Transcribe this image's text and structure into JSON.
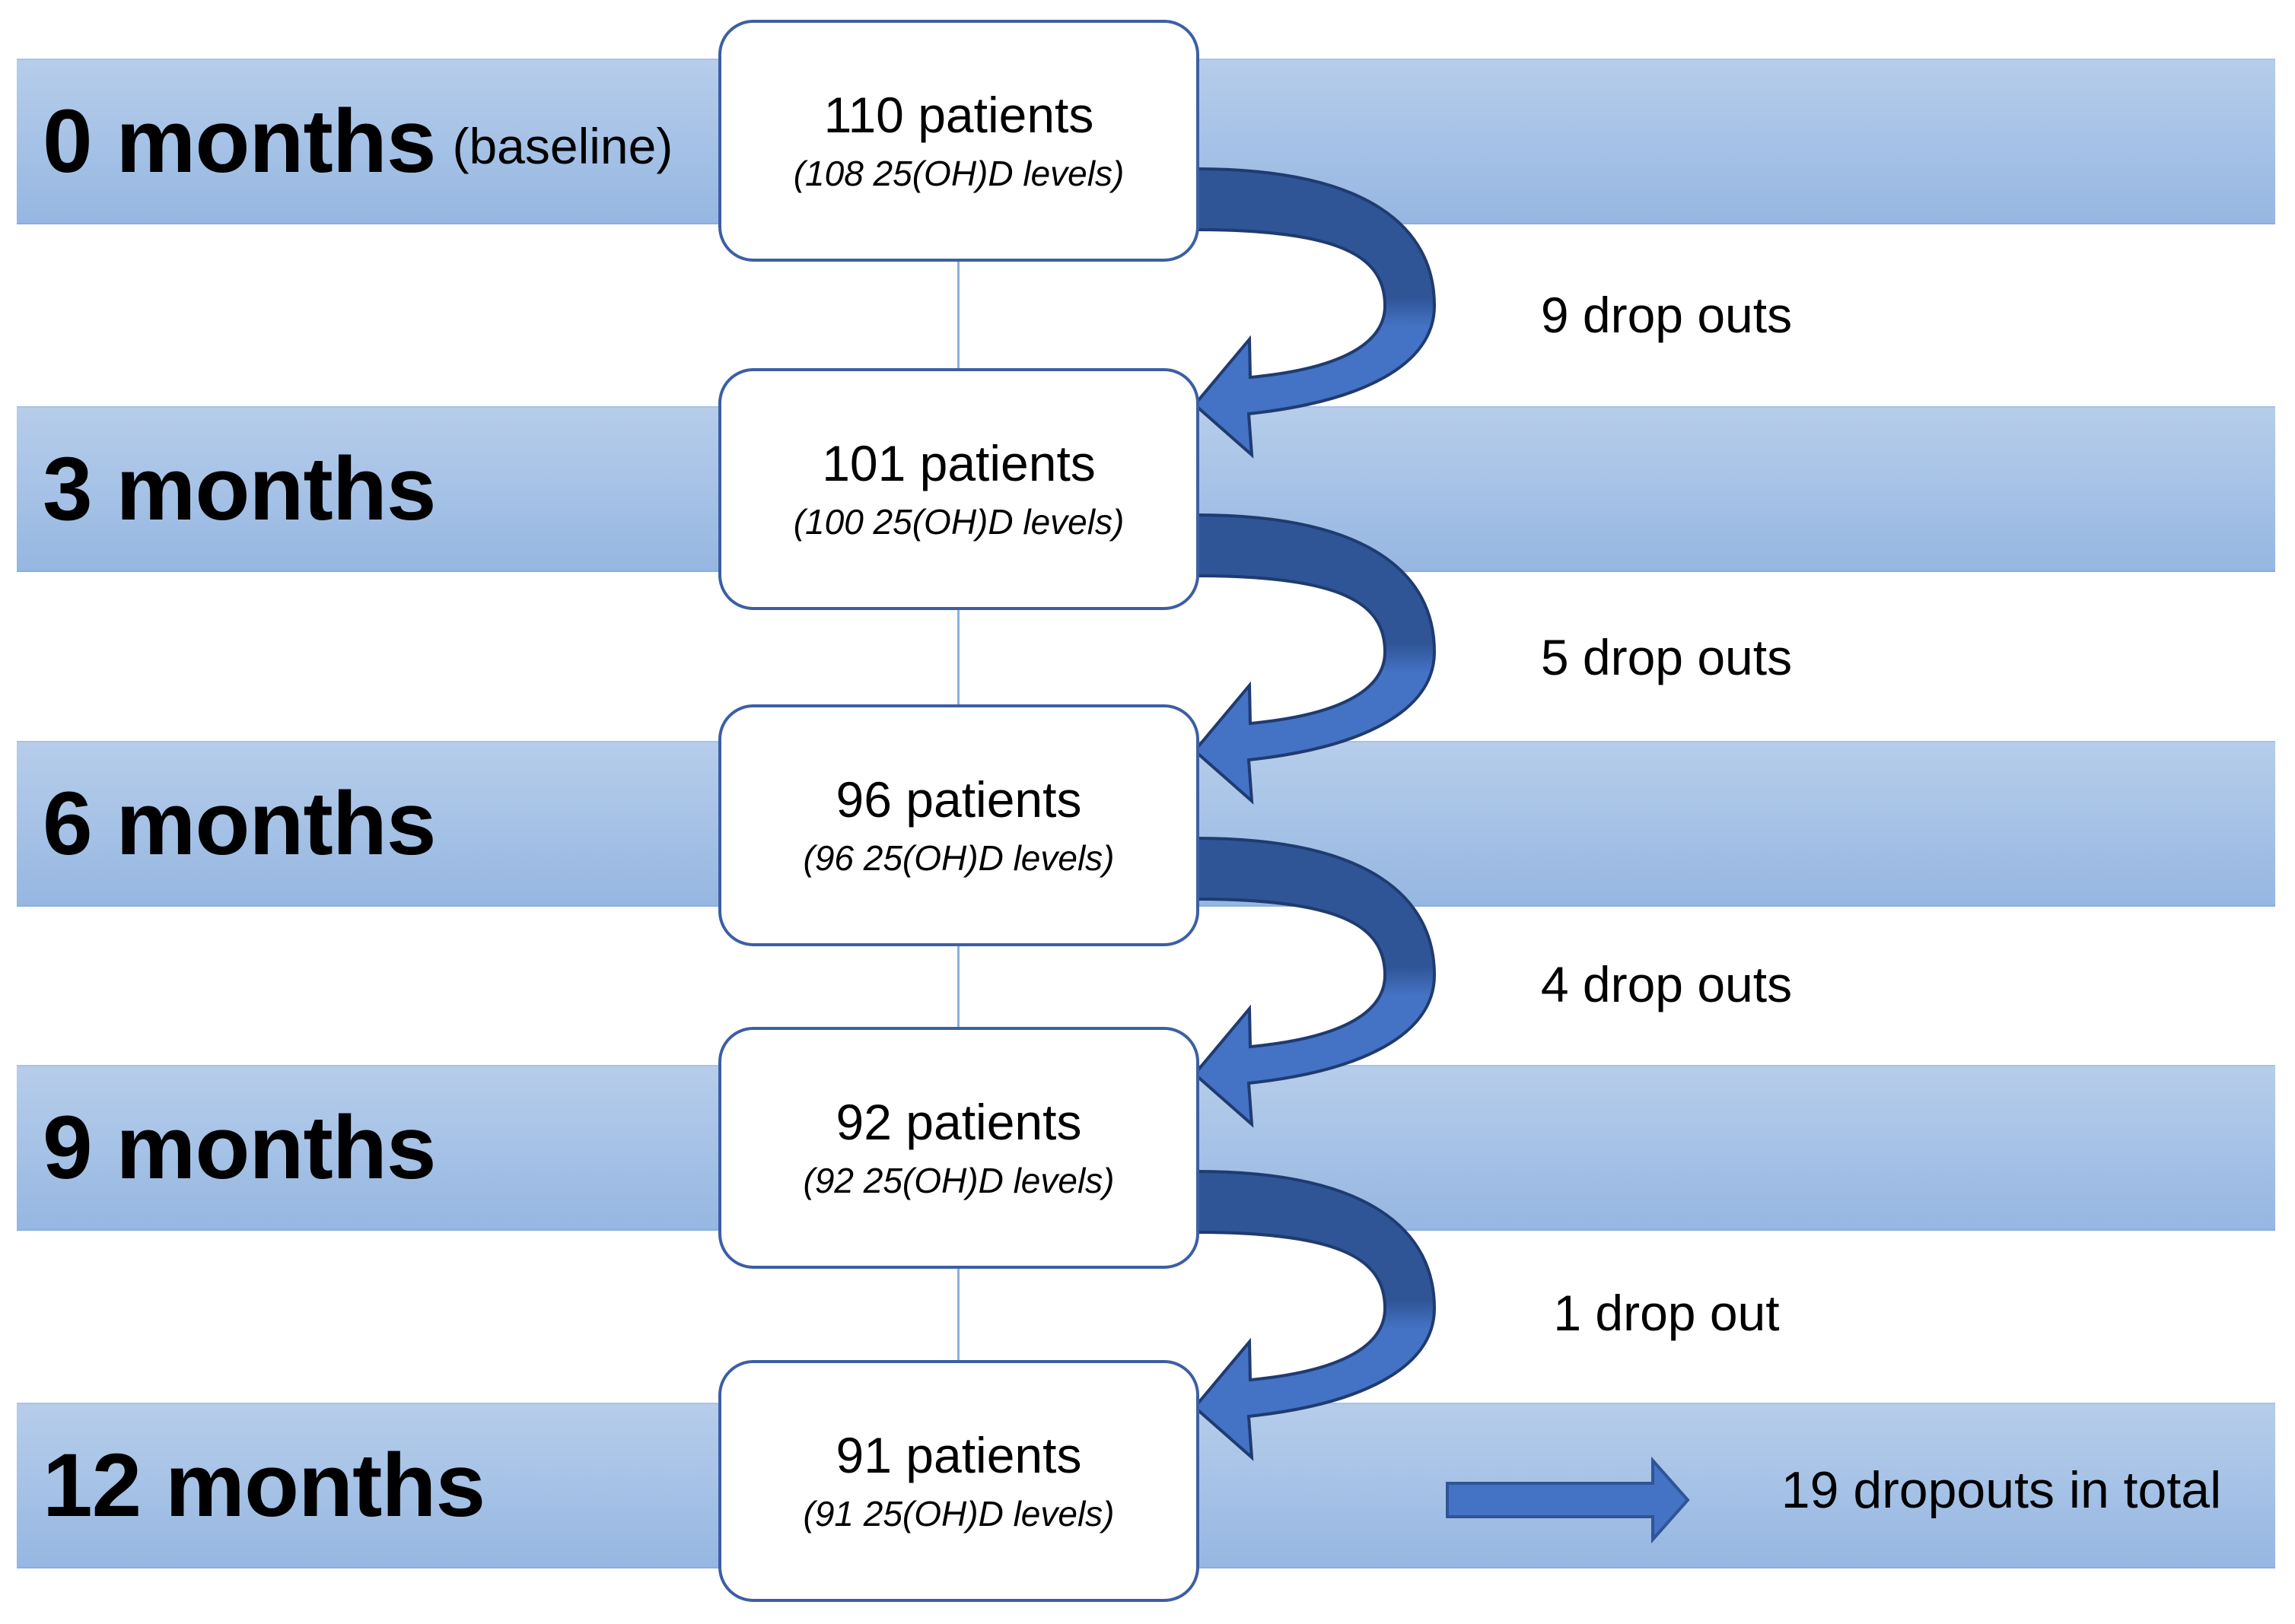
{
  "timepoints": [
    {
      "label": "0 months",
      "sub": "(baseline)",
      "patients": "110 patients",
      "levels": "(108 25(OH)D levels)"
    },
    {
      "label": "3 months",
      "sub": "",
      "patients": "101 patients",
      "levels": "(100 25(OH)D levels)"
    },
    {
      "label": "6 months",
      "sub": "",
      "patients": "96 patients",
      "levels": "(96 25(OH)D levels)"
    },
    {
      "label": "9 months",
      "sub": "",
      "patients": "92 patients",
      "levels": "(92 25(OH)D levels)"
    },
    {
      "label": "12 months",
      "sub": "",
      "patients": "91 patients",
      "levels": "(91 25(OH)D levels)"
    }
  ],
  "dropouts": [
    "9 drop outs",
    "5 drop outs",
    "4 drop outs",
    "1 drop out"
  ],
  "total": "19 dropouts in total",
  "colors": {
    "band": "#a6c1e6",
    "arrow_dark": "#2f5597",
    "arrow_light": "#4472c4",
    "box_border": "#3c5fa3"
  }
}
